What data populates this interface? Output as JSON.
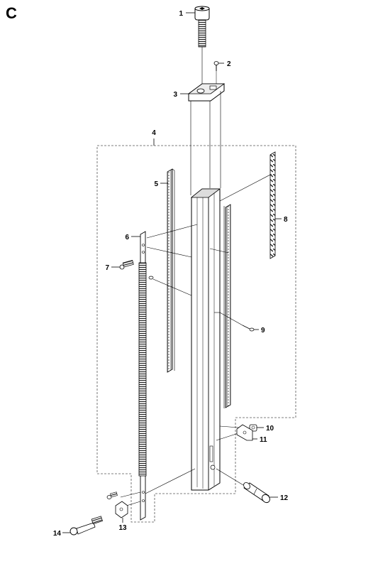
{
  "diagram": {
    "section_letter": "C",
    "callouts": [
      {
        "id": "c1",
        "text": "1"
      },
      {
        "id": "c2",
        "text": "2"
      },
      {
        "id": "c3",
        "text": "3"
      },
      {
        "id": "c4",
        "text": "4"
      },
      {
        "id": "c5",
        "text": "5"
      },
      {
        "id": "c6",
        "text": "6"
      },
      {
        "id": "c7",
        "text": "7"
      },
      {
        "id": "c8",
        "text": "8"
      },
      {
        "id": "c9",
        "text": "9"
      },
      {
        "id": "c10",
        "text": "10"
      },
      {
        "id": "c11",
        "text": "11"
      },
      {
        "id": "c12",
        "text": "12"
      },
      {
        "id": "c13",
        "text": "13"
      },
      {
        "id": "c14",
        "text": "14"
      }
    ]
  }
}
